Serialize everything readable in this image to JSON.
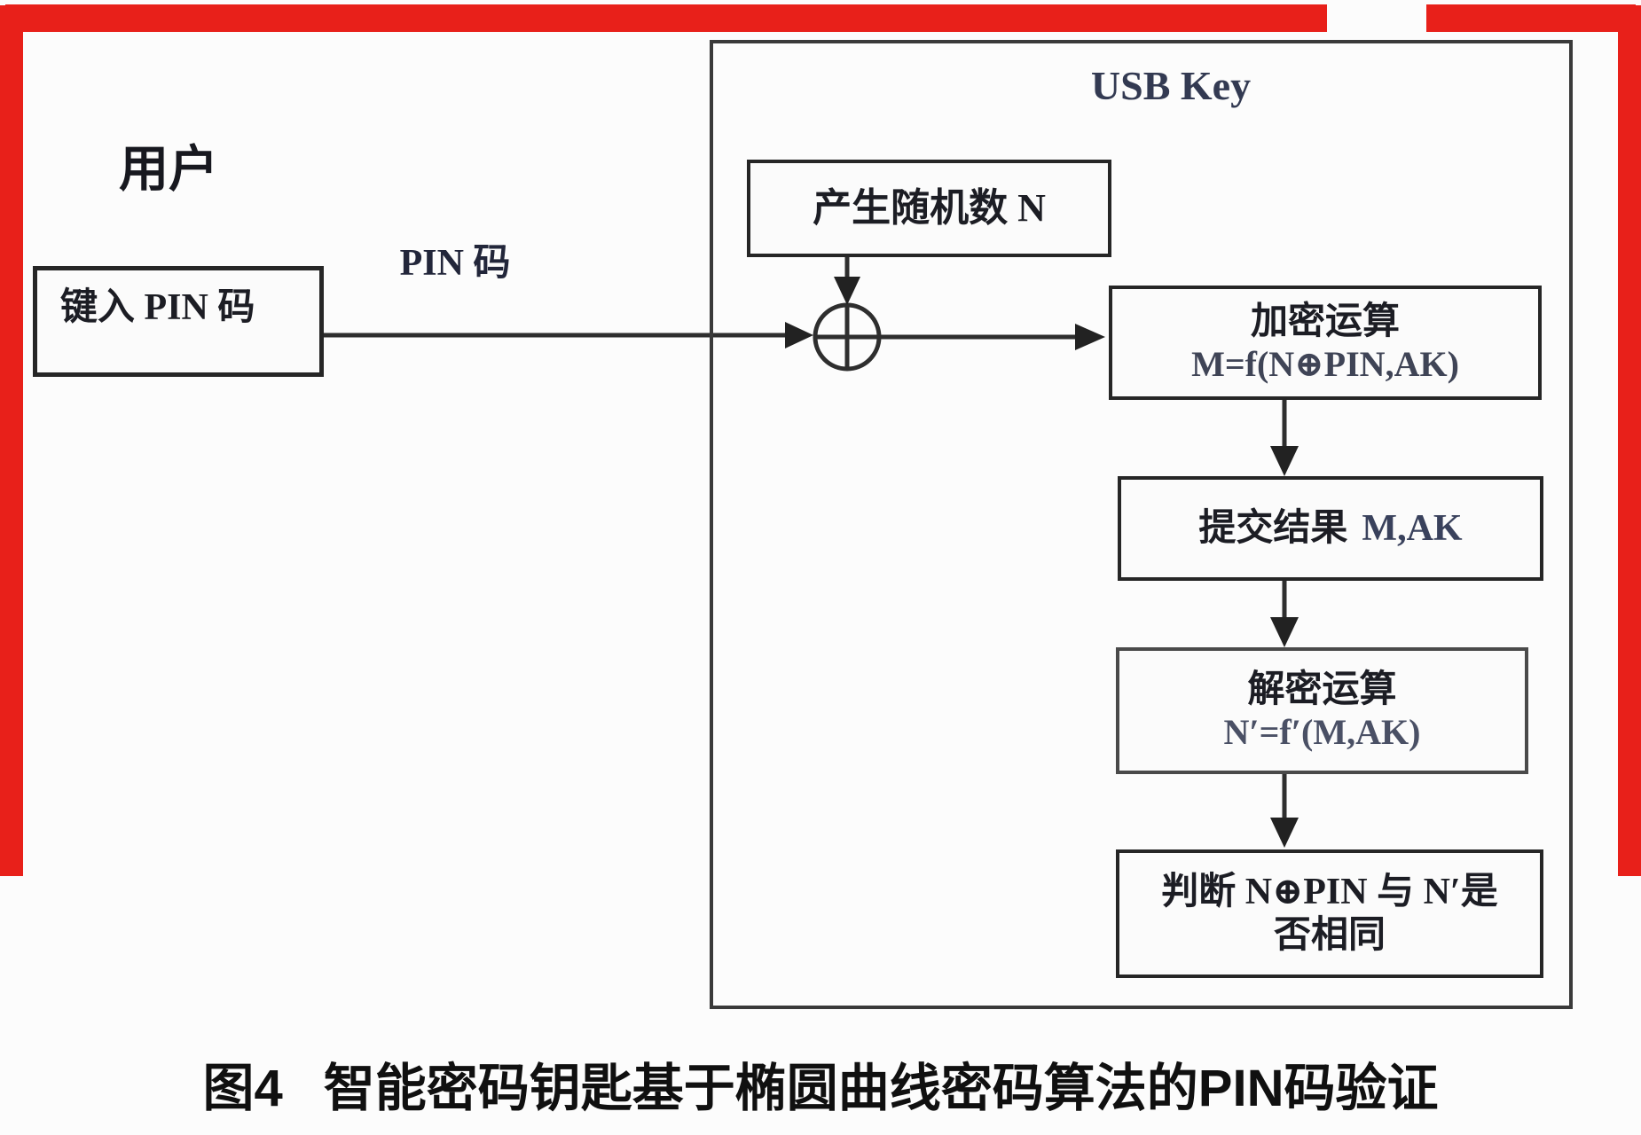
{
  "figure": {
    "user_label": "用户",
    "pin_entry_box": "键入 PIN 码",
    "pin_arrow_label": "PIN 码",
    "usb_key": {
      "title": "USB Key",
      "random_number_box": "产生随机数 N",
      "encrypt_box": {
        "line1": "加密运算",
        "line2": "M=f(N⊕PIN,AK)"
      },
      "submit_box": {
        "label": "提交结果",
        "value": "M,AK"
      },
      "decrypt_box": {
        "line1": "解密运算",
        "line2": "N′=f′(M,AK)"
      },
      "judge_box": {
        "line1": "判断 N⊕PIN 与 N′是",
        "line2": "否相同"
      }
    }
  },
  "caption": {
    "figure_number": "图4",
    "title": "智能密码钥匙基于椭圆曲线密码算法的PIN码验证"
  },
  "colors": {
    "scan_mark_red": "#e8201a",
    "flow_line": "#2e2e2e",
    "latin_blue": "#39415c"
  }
}
